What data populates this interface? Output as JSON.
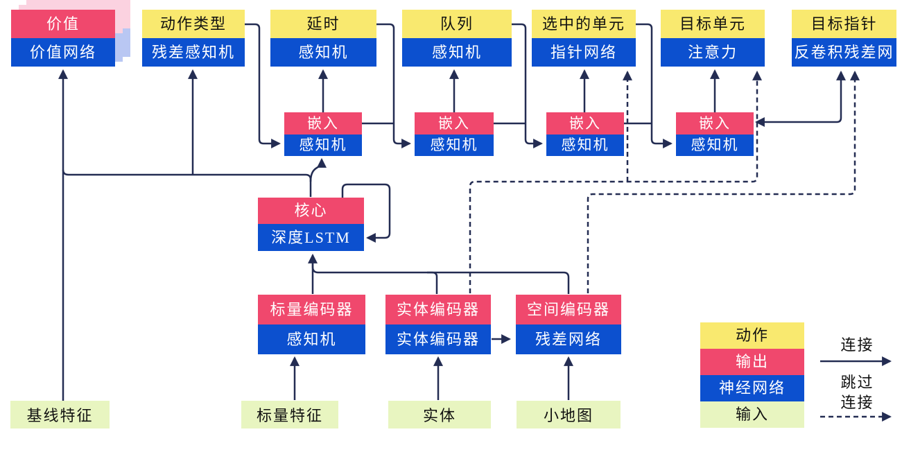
{
  "nodes": {
    "value": {
      "top": "价值",
      "bottom": "价值网络"
    },
    "action_type": {
      "top": "动作类型",
      "bottom": "残差感知机"
    },
    "delay": {
      "top": "延时",
      "bottom": "感知机"
    },
    "queue": {
      "top": "队列",
      "bottom": "感知机"
    },
    "selected_units": {
      "top": "选中的单元",
      "bottom": "指针网络"
    },
    "target_unit": {
      "top": "目标单元",
      "bottom": "注意力"
    },
    "target_pointer": {
      "top": "目标指针",
      "bottom": "反卷积残差网"
    },
    "embed1": {
      "top": "嵌入",
      "bottom": "感知机"
    },
    "embed2": {
      "top": "嵌入",
      "bottom": "感知机"
    },
    "embed3": {
      "top": "嵌入",
      "bottom": "感知机"
    },
    "embed4": {
      "top": "嵌入",
      "bottom": "感知机"
    },
    "core": {
      "top": "核心",
      "bottom": "深度LSTM"
    },
    "scalar_encoder": {
      "top": "标量编码器",
      "bottom": "感知机"
    },
    "entity_encoder": {
      "top": "实体编码器",
      "bottom": "实体编码器"
    },
    "spatial_encoder": {
      "top": "空间编码器",
      "bottom": "残差网络"
    }
  },
  "inputs": {
    "baseline_features": {
      "label": "基线特征"
    },
    "scalar_features": {
      "label": "标量特征"
    },
    "entity": {
      "label": "实体"
    },
    "minimap": {
      "label": "小地图"
    }
  },
  "legend": {
    "action": "动作",
    "output": "输出",
    "neural_network": "神经网络",
    "input": "输入",
    "connection": "连接",
    "skip_line1": "跳过",
    "skip_line2": "连接"
  },
  "colors": {
    "action_yellow": "#f9e96f",
    "output_red": "#f0486d",
    "network_blue": "#0c50cf",
    "input_green": "#e8f5c0",
    "wire_navy": "#232c52",
    "value_shadow_pink": "#fbd2e0",
    "value_shadow_blue": "#b9c7f3"
  },
  "edges": [
    {
      "from": "baseline_features",
      "to": "value",
      "type": "solid"
    },
    {
      "from": "core",
      "to": "value",
      "type": "solid"
    },
    {
      "from": "core",
      "to": "action_type",
      "type": "solid"
    },
    {
      "from": "core",
      "to": "embed1",
      "type": "solid"
    },
    {
      "from": "action_type",
      "to": "embed1",
      "type": "solid"
    },
    {
      "from": "embed1",
      "to": "delay",
      "type": "solid"
    },
    {
      "from": "delay",
      "to": "embed2",
      "type": "solid"
    },
    {
      "from": "embed1",
      "to": "embed2",
      "type": "solid"
    },
    {
      "from": "embed2",
      "to": "queue",
      "type": "solid"
    },
    {
      "from": "queue",
      "to": "embed3",
      "type": "solid"
    },
    {
      "from": "embed2",
      "to": "embed3",
      "type": "solid"
    },
    {
      "from": "embed3",
      "to": "selected_units",
      "type": "solid"
    },
    {
      "from": "selected_units",
      "to": "embed4",
      "type": "solid"
    },
    {
      "from": "embed3",
      "to": "embed4",
      "type": "solid"
    },
    {
      "from": "embed4",
      "to": "target_unit",
      "type": "solid"
    },
    {
      "from": "embed4",
      "to": "target_pointer",
      "type": "solid-double-arrow"
    },
    {
      "from": "core",
      "to": "core",
      "type": "solid-self-loop"
    },
    {
      "from": "scalar_encoder",
      "to": "core",
      "type": "solid"
    },
    {
      "from": "entity_encoder",
      "to": "core",
      "type": "solid"
    },
    {
      "from": "spatial_encoder",
      "to": "core",
      "type": "solid"
    },
    {
      "from": "entity_encoder",
      "to": "spatial_encoder",
      "type": "solid"
    },
    {
      "from": "scalar_features",
      "to": "scalar_encoder",
      "type": "solid"
    },
    {
      "from": "entity",
      "to": "entity_encoder",
      "type": "solid"
    },
    {
      "from": "minimap",
      "to": "spatial_encoder",
      "type": "solid"
    },
    {
      "from": "entity_encoder",
      "to": "selected_units",
      "type": "dashed-skip"
    },
    {
      "from": "entity_encoder",
      "to": "target_unit",
      "type": "dashed-skip"
    },
    {
      "from": "spatial_encoder",
      "to": "target_pointer",
      "type": "dashed-skip"
    }
  ]
}
